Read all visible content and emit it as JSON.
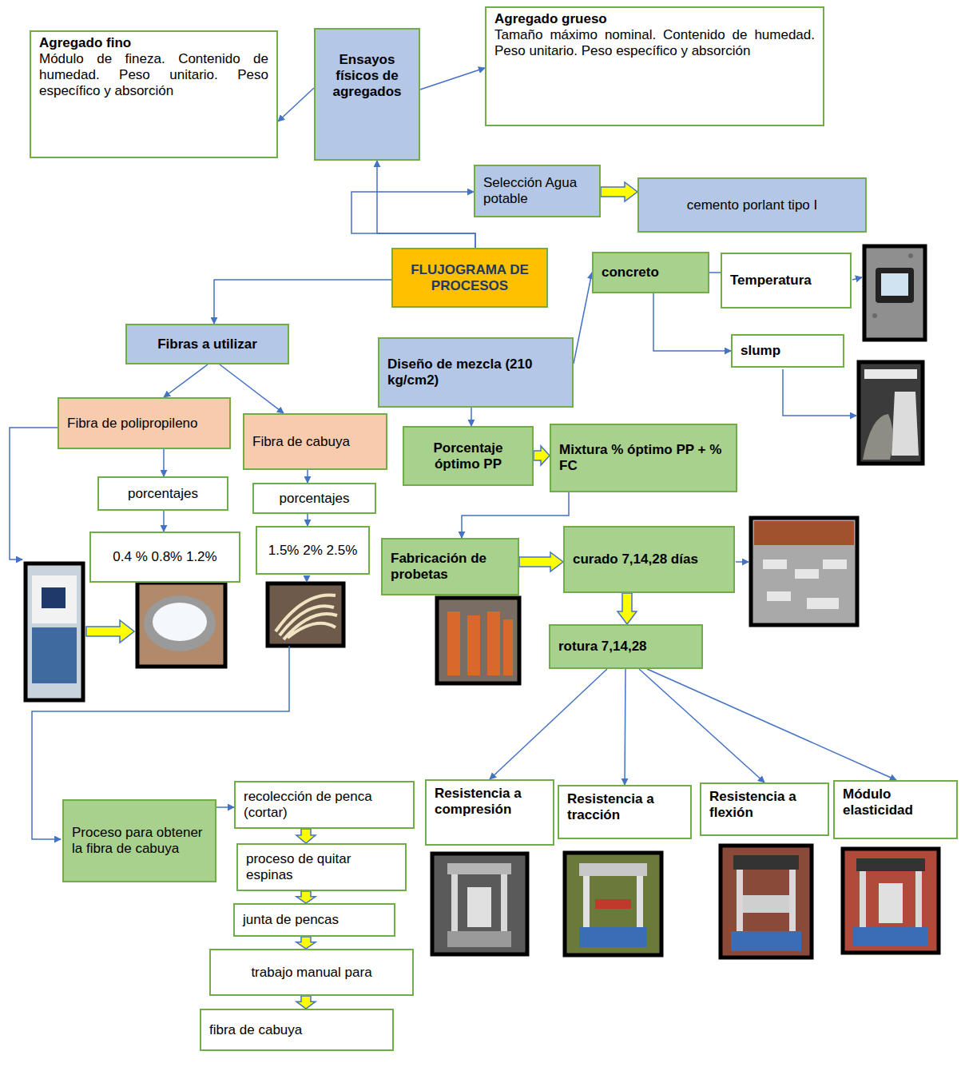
{
  "diagram": {
    "nodes": [
      {
        "text": [
          "Agregado fino",
          "Módulo de fineza. Contenido de humedad. Peso unitario. Peso específico y absorción"
        ]
      },
      {
        "text": [
          "Ensayos físicos de agregados"
        ]
      },
      {
        "text": [
          "Agregado grueso",
          "Tamaño máximo nominal. Contenido de humedad. Peso unitario. Peso específico y absorción"
        ]
      },
      {
        "text": [
          "Selección Agua potable"
        ]
      },
      {
        "text": [
          "cemento porlant tipo I"
        ]
      },
      {
        "text": [
          "FLUJOGRAMA DE PROCESOS"
        ]
      },
      {
        "text": [
          "concreto"
        ]
      },
      {
        "text": [
          "Temperatura"
        ]
      },
      {
        "text": [
          "slump"
        ]
      },
      {
        "text": [
          "Fibras a utilizar"
        ]
      },
      {
        "text": [
          "Diseño de mezcla (210 kg/cm2)"
        ]
      },
      {
        "text": [
          "Fibra de polipropileno"
        ]
      },
      {
        "text": [
          "Fibra de cabuya"
        ]
      },
      {
        "text": [
          "Porcentaje óptimo PP"
        ]
      },
      {
        "text": [
          "Mixtura % óptimo PP + % FC"
        ]
      },
      {
        "text": [
          "porcentajes"
        ]
      },
      {
        "text": [
          "porcentajes"
        ]
      },
      {
        "text": [
          "0.4 % 0.8% 1.2%"
        ]
      },
      {
        "text": [
          "1.5% 2% 2.5%"
        ]
      },
      {
        "text": [
          "Fabricación de probetas"
        ]
      },
      {
        "text": [
          "curado 7,14,28 días"
        ]
      },
      {
        "text": [
          "rotura 7,14,28"
        ]
      },
      {
        "text": [
          "Proceso para obtener la fibra de cabuya"
        ]
      },
      {
        "text": [
          "recolección de penca (cortar)"
        ]
      },
      {
        "text": [
          "Resistencia a compresión"
        ]
      },
      {
        "text": [
          "Resistencia a tracción"
        ]
      },
      {
        "text": [
          "Resistencia a flexión"
        ]
      },
      {
        "text": [
          "Módulo elasticidad"
        ]
      },
      {
        "text": [
          "proceso de quitar espinas"
        ]
      },
      {
        "text": [
          "junta de pencas"
        ]
      },
      {
        "text": [
          "trabajo manual para"
        ]
      },
      {
        "text": [
          "fibra de cabuya"
        ]
      }
    ],
    "edges": [
      {
        "from": 1,
        "to": 0,
        "arrow": "to"
      },
      {
        "from": 1,
        "to": 2,
        "arrow": "to"
      },
      {
        "from": 5,
        "to": 1,
        "arrow": "to"
      },
      {
        "from": 5,
        "to": 3,
        "arrow": "to"
      },
      {
        "from": 3,
        "to": 4,
        "arrow": "to"
      },
      {
        "from": 5,
        "to": 9,
        "arrow": "to"
      },
      {
        "from": 9,
        "to": 11,
        "arrow": "to"
      },
      {
        "from": 9,
        "to": 12,
        "arrow": "to"
      },
      {
        "from": 11,
        "to": 15,
        "arrow": "to"
      },
      {
        "from": 12,
        "to": 16,
        "arrow": "to"
      },
      {
        "from": 15,
        "to": 17,
        "arrow": "to"
      },
      {
        "from": 16,
        "to": 18,
        "arrow": "to"
      },
      {
        "from": 10,
        "to": 6,
        "arrow": "to"
      },
      {
        "from": 6,
        "to": 7,
        "arrow": "none"
      },
      {
        "from": 6,
        "to": 8,
        "arrow": "to"
      },
      {
        "from": 10,
        "to": 13,
        "arrow": "to"
      },
      {
        "from": 13,
        "to": 14,
        "arrow": "to"
      },
      {
        "from": 14,
        "to": 19,
        "arrow": "to"
      },
      {
        "from": 19,
        "to": 20,
        "arrow": "to"
      },
      {
        "from": 20,
        "to": 21,
        "arrow": "to"
      },
      {
        "from": 21,
        "to": 24,
        "arrow": "to"
      },
      {
        "from": 21,
        "to": 25,
        "arrow": "to"
      },
      {
        "from": 21,
        "to": 26,
        "arrow": "to"
      },
      {
        "from": 21,
        "to": 27,
        "arrow": "to"
      },
      {
        "from": 22,
        "to": 23,
        "arrow": "to"
      },
      {
        "from": 23,
        "to": 28,
        "arrow": "to"
      },
      {
        "from": 28,
        "to": 29,
        "arrow": "to"
      },
      {
        "from": 29,
        "to": 30,
        "arrow": "to"
      },
      {
        "from": 30,
        "to": 31,
        "arrow": "to"
      }
    ]
  }
}
